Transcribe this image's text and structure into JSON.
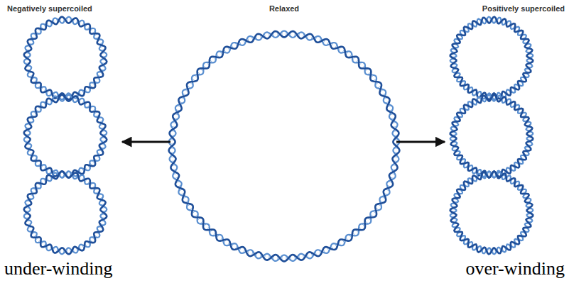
{
  "diagram": {
    "labels": [
      "Negatively supercoiled",
      "Relaxed",
      "Positively supercoiled",
      "under-winding",
      "over-winding"
    ]
  }
}
